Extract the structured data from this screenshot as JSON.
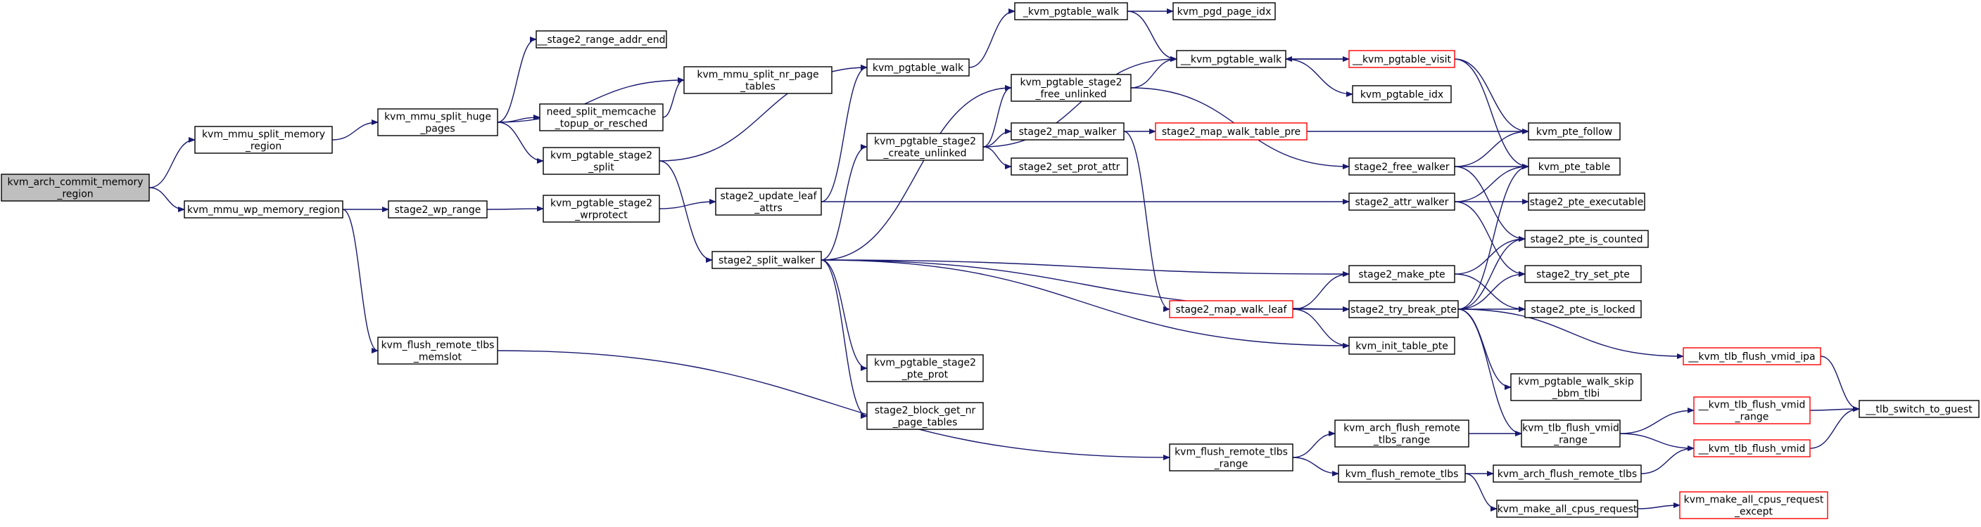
{
  "colors": {
    "edge": "#191970",
    "node_border": "#000000",
    "node_fill": "#ffffff",
    "truncated_border": "#ff0000",
    "root_fill": "#bfbfbf",
    "text": "#000000"
  },
  "nodes": [
    {
      "id": "n_root",
      "lines": [
        "kvm_arch_commit_memory",
        "_region"
      ],
      "root": true
    },
    {
      "id": "n_split_mem",
      "lines": [
        "kvm_mmu_split_memory",
        "_region"
      ]
    },
    {
      "id": "n_wp_mem",
      "lines": [
        "kvm_mmu_wp_memory_region"
      ]
    },
    {
      "id": "n_split_huge",
      "lines": [
        "kvm_mmu_split_huge",
        "_pages"
      ]
    },
    {
      "id": "n_s2_range_end",
      "lines": [
        "__stage2_range_addr_end"
      ]
    },
    {
      "id": "n_nr_page_tables",
      "lines": [
        "kvm_mmu_split_nr_page",
        "_tables"
      ]
    },
    {
      "id": "n_need_split",
      "lines": [
        "need_split_memcache",
        "_topup_or_resched"
      ]
    },
    {
      "id": "n_pt_s2_split",
      "lines": [
        "kvm_pgtable_stage2",
        "_split"
      ]
    },
    {
      "id": "n_s2_wp_range",
      "lines": [
        "stage2_wp_range"
      ]
    },
    {
      "id": "n_pt_s2_wrprotect",
      "lines": [
        "kvm_pgtable_stage2",
        "_wrprotect"
      ]
    },
    {
      "id": "n_flush_memslot",
      "lines": [
        "kvm_flush_remote_tlbs",
        "_memslot"
      ]
    },
    {
      "id": "n_pt_walk",
      "lines": [
        "kvm_pgtable_walk"
      ]
    },
    {
      "id": "n_s2_update_leaf",
      "lines": [
        "stage2_update_leaf",
        "_attrs"
      ]
    },
    {
      "id": "n_s2_split_walker",
      "lines": [
        "stage2_split_walker"
      ]
    },
    {
      "id": "n__pt_walk",
      "lines": [
        "_kvm_pgtable_walk"
      ]
    },
    {
      "id": "n_pgd_idx",
      "lines": [
        "kvm_pgd_page_idx"
      ]
    },
    {
      "id": "n___pt_walk",
      "lines": [
        "__kvm_pgtable_walk"
      ]
    },
    {
      "id": "n_pt_visit",
      "lines": [
        "__kvm_pgtable_visit"
      ],
      "truncated": true
    },
    {
      "id": "n_pt_idx",
      "lines": [
        "kvm_pgtable_idx"
      ]
    },
    {
      "id": "n_pt_s2_free_unlinked",
      "lines": [
        "kvm_pgtable_stage2",
        "_free_unlinked"
      ]
    },
    {
      "id": "n_pt_s2_create_unlinked",
      "lines": [
        "kvm_pgtable_stage2",
        "_create_unlinked"
      ]
    },
    {
      "id": "n_s2_map_walker",
      "lines": [
        "stage2_map_walker"
      ]
    },
    {
      "id": "n_s2_set_prot",
      "lines": [
        "stage2_set_prot_attr"
      ]
    },
    {
      "id": "n_s2_map_walk_table_pre",
      "lines": [
        "stage2_map_walk_table_pre"
      ],
      "truncated": true
    },
    {
      "id": "n_pte_follow",
      "lines": [
        "kvm_pte_follow"
      ]
    },
    {
      "id": "n_s2_free_walker",
      "lines": [
        "stage2_free_walker"
      ]
    },
    {
      "id": "n_pte_table",
      "lines": [
        "kvm_pte_table"
      ]
    },
    {
      "id": "n_s2_attr_walker",
      "lines": [
        "stage2_attr_walker"
      ]
    },
    {
      "id": "n_s2_pte_exec",
      "lines": [
        "stage2_pte_executable"
      ]
    },
    {
      "id": "n_s2_pte_counted",
      "lines": [
        "stage2_pte_is_counted"
      ]
    },
    {
      "id": "n_s2_make_pte",
      "lines": [
        "stage2_make_pte"
      ]
    },
    {
      "id": "n_s2_try_set_pte",
      "lines": [
        "stage2_try_set_pte"
      ]
    },
    {
      "id": "n_s2_map_walk_leaf",
      "lines": [
        "stage2_map_walk_leaf"
      ],
      "truncated": true
    },
    {
      "id": "n_s2_try_break_pte",
      "lines": [
        "stage2_try_break_pte"
      ]
    },
    {
      "id": "n_s2_pte_locked",
      "lines": [
        "stage2_pte_is_locked"
      ]
    },
    {
      "id": "n_init_table_pte",
      "lines": [
        "kvm_init_table_pte"
      ]
    },
    {
      "id": "n_tlb_flush_vmid_ipa",
      "lines": [
        "__kvm_tlb_flush_vmid_ipa"
      ],
      "truncated": true
    },
    {
      "id": "n_pt_s2_pte_prot",
      "lines": [
        "kvm_pgtable_stage2",
        "_pte_prot"
      ]
    },
    {
      "id": "n_pt_walk_skip_bbm",
      "lines": [
        "kvm_pgtable_walk_skip",
        "_bbm_tlbi"
      ]
    },
    {
      "id": "n_s2_block_get_nr",
      "lines": [
        "stage2_block_get_nr",
        "_page_tables"
      ]
    },
    {
      "id": "n_tlb_flush_vmid_range_r",
      "lines": [
        "__kvm_tlb_flush_vmid",
        "_range"
      ],
      "truncated": true
    },
    {
      "id": "n_tlb_switch_guest",
      "lines": [
        "__tlb_switch_to_guest"
      ]
    },
    {
      "id": "n_arch_flush_tlbs_range",
      "lines": [
        "kvm_arch_flush_remote",
        "_tlbs_range"
      ]
    },
    {
      "id": "n_tlb_flush_vmid_range",
      "lines": [
        "kvm_tlb_flush_vmid",
        "_range"
      ]
    },
    {
      "id": "n_flush_tlbs_range",
      "lines": [
        "kvm_flush_remote_tlbs",
        "_range"
      ]
    },
    {
      "id": "n_tlb_flush_vmid",
      "lines": [
        "__kvm_tlb_flush_vmid"
      ],
      "truncated": true
    },
    {
      "id": "n_flush_tlbs",
      "lines": [
        "kvm_flush_remote_tlbs"
      ]
    },
    {
      "id": "n_arch_flush_tlbs",
      "lines": [
        "kvm_arch_flush_remote_tlbs"
      ]
    },
    {
      "id": "n_make_all_cpus_req",
      "lines": [
        "kvm_make_all_cpus_request"
      ]
    },
    {
      "id": "n_make_all_cpus_req_except",
      "lines": [
        "kvm_make_all_cpus_request",
        "_except"
      ],
      "truncated": true
    }
  ],
  "edges": [
    [
      "n_root",
      "n_split_mem"
    ],
    [
      "n_root",
      "n_wp_mem"
    ],
    [
      "n_split_mem",
      "n_split_huge"
    ],
    [
      "n_split_huge",
      "n_s2_range_end"
    ],
    [
      "n_split_huge",
      "n_nr_page_tables"
    ],
    [
      "n_split_huge",
      "n_need_split"
    ],
    [
      "n_split_huge",
      "n_pt_s2_split"
    ],
    [
      "n_need_split",
      "n_nr_page_tables"
    ],
    [
      "n_wp_mem",
      "n_s2_wp_range"
    ],
    [
      "n_wp_mem",
      "n_flush_memslot"
    ],
    [
      "n_s2_wp_range",
      "n_pt_s2_wrprotect"
    ],
    [
      "n_pt_s2_wrprotect",
      "n_s2_update_leaf"
    ],
    [
      "n_pt_s2_split",
      "n_pt_walk"
    ],
    [
      "n_pt_s2_split",
      "n_s2_split_walker"
    ],
    [
      "n_s2_update_leaf",
      "n_pt_walk"
    ],
    [
      "n_s2_update_leaf",
      "n_s2_attr_walker"
    ],
    [
      "n_pt_walk",
      "n__pt_walk"
    ],
    [
      "n__pt_walk",
      "n_pgd_idx"
    ],
    [
      "n__pt_walk",
      "n___pt_walk"
    ],
    [
      "n___pt_walk",
      "n_pt_visit"
    ],
    [
      "n___pt_walk",
      "n_pt_idx"
    ],
    [
      "n_pt_visit",
      "n___pt_walk"
    ],
    [
      "n_pt_visit",
      "n_pte_follow"
    ],
    [
      "n_pt_visit",
      "n_pte_table"
    ],
    [
      "n_s2_split_walker",
      "n_pt_s2_create_unlinked"
    ],
    [
      "n_s2_split_walker",
      "n_pt_s2_free_unlinked"
    ],
    [
      "n_s2_split_walker",
      "n_s2_make_pte"
    ],
    [
      "n_s2_split_walker",
      "n_s2_try_break_pte"
    ],
    [
      "n_s2_split_walker",
      "n_init_table_pte"
    ],
    [
      "n_s2_split_walker",
      "n_pt_s2_pte_prot"
    ],
    [
      "n_s2_split_walker",
      "n_s2_block_get_nr"
    ],
    [
      "n_pt_s2_create_unlinked",
      "n___pt_walk"
    ],
    [
      "n_pt_s2_create_unlinked",
      "n_pt_s2_free_unlinked"
    ],
    [
      "n_pt_s2_create_unlinked",
      "n_s2_map_walker"
    ],
    [
      "n_pt_s2_create_unlinked",
      "n_s2_set_prot"
    ],
    [
      "n_pt_s2_free_unlinked",
      "n___pt_walk"
    ],
    [
      "n_pt_s2_free_unlinked",
      "n_s2_free_walker"
    ],
    [
      "n_s2_map_walker",
      "n_s2_map_walk_table_pre"
    ],
    [
      "n_s2_map_walker",
      "n_s2_map_walk_leaf"
    ],
    [
      "n_s2_map_walk_table_pre",
      "n_pte_follow"
    ],
    [
      "n_s2_map_walk_leaf",
      "n_s2_make_pte"
    ],
    [
      "n_s2_map_walk_leaf",
      "n_s2_try_break_pte"
    ],
    [
      "n_s2_map_walk_leaf",
      "n_init_table_pte"
    ],
    [
      "n_s2_free_walker",
      "n_pte_follow"
    ],
    [
      "n_s2_free_walker",
      "n_pte_table"
    ],
    [
      "n_s2_free_walker",
      "n_s2_pte_counted"
    ],
    [
      "n_s2_attr_walker",
      "n_pte_table"
    ],
    [
      "n_s2_attr_walker",
      "n_s2_pte_exec"
    ],
    [
      "n_s2_attr_walker",
      "n_s2_try_set_pte"
    ],
    [
      "n_s2_make_pte",
      "n_s2_pte_counted"
    ],
    [
      "n_s2_make_pte",
      "n_s2_pte_locked"
    ],
    [
      "n_s2_try_break_pte",
      "n_pte_table"
    ],
    [
      "n_s2_try_break_pte",
      "n_s2_pte_counted"
    ],
    [
      "n_s2_try_break_pte",
      "n_s2_try_set_pte"
    ],
    [
      "n_s2_try_break_pte",
      "n_s2_pte_locked"
    ],
    [
      "n_s2_try_break_pte",
      "n_tlb_flush_vmid_ipa"
    ],
    [
      "n_s2_try_break_pte",
      "n_pt_walk_skip_bbm"
    ],
    [
      "n_s2_try_break_pte",
      "n_tlb_flush_vmid_range"
    ],
    [
      "n_tlb_flush_vmid_ipa",
      "n_tlb_switch_guest"
    ],
    [
      "n_flush_memslot",
      "n_flush_tlbs_range"
    ],
    [
      "n_flush_tlbs_range",
      "n_arch_flush_tlbs_range"
    ],
    [
      "n_flush_tlbs_range",
      "n_flush_tlbs"
    ],
    [
      "n_arch_flush_tlbs_range",
      "n_tlb_flush_vmid_range"
    ],
    [
      "n_tlb_flush_vmid_range",
      "n_tlb_flush_vmid_range_r"
    ],
    [
      "n_tlb_flush_vmid_range",
      "n_tlb_flush_vmid"
    ],
    [
      "n_tlb_flush_vmid_range_r",
      "n_tlb_switch_guest"
    ],
    [
      "n_tlb_flush_vmid",
      "n_tlb_switch_guest"
    ],
    [
      "n_flush_tlbs",
      "n_arch_flush_tlbs"
    ],
    [
      "n_flush_tlbs",
      "n_make_all_cpus_req"
    ],
    [
      "n_arch_flush_tlbs",
      "n_tlb_flush_vmid"
    ],
    [
      "n_make_all_cpus_req",
      "n_make_all_cpus_req_except"
    ]
  ]
}
